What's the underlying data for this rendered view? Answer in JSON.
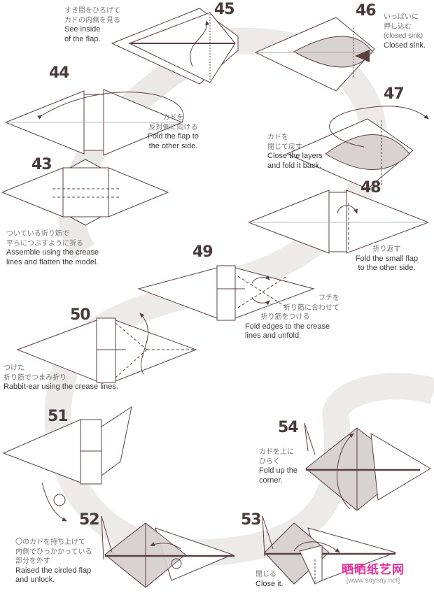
{
  "steps": {
    "s45": {
      "number": "45",
      "jp": [
        "すき間をひろげて",
        "カドの内側を見る"
      ],
      "en": [
        "See inside",
        "of the flap."
      ]
    },
    "s46": {
      "number": "46",
      "jp": [
        "いっぱいに",
        "押し込む",
        "(closed sink)"
      ],
      "en": [
        "Closed sink."
      ]
    },
    "s44": {
      "number": "44",
      "jp": [
        "カドを",
        "反対側に向ける"
      ],
      "en": [
        "Fold the flap to",
        "the other side."
      ]
    },
    "s47": {
      "number": "47",
      "jp": [
        "カドを",
        "閉じて戻す"
      ],
      "en": [
        "Close the layers",
        "and fold it back."
      ]
    },
    "s43": {
      "number": "43",
      "jp": [
        "ついている折り筋で",
        "平らにつぶすように折る"
      ],
      "en": [
        "Assemble using the crease",
        "lines and flatten the model."
      ]
    },
    "s48": {
      "number": "48",
      "jp": [
        "折り返す"
      ],
      "en": [
        "Fold the small flap",
        "to the other side."
      ]
    },
    "s49": {
      "number": "49",
      "jp": [
        "フチを",
        "折り筋に合わせて",
        "折り筋をつける"
      ],
      "en": [
        "Fold edges to the crease",
        "lines and unfold."
      ]
    },
    "s50": {
      "number": "50",
      "jp": [
        "つけた",
        "折り筋でつまみ折り"
      ],
      "en": [
        "Rabbit-ear using the crease lines."
      ]
    },
    "s51": {
      "number": "51"
    },
    "s54": {
      "number": "54",
      "jp": [
        "カドを上に",
        "ひらく"
      ],
      "en": [
        "Fold up the",
        "corner."
      ]
    },
    "s52": {
      "number": "52",
      "jp": [
        "〇のカドを持ち上げて",
        "内側でひっかかっている",
        "部分を外す"
      ],
      "en": [
        "Raised the circled flap",
        "and unlock."
      ]
    },
    "s53": {
      "number": "53",
      "jp": [
        "閉じる"
      ],
      "en": [
        "Close it."
      ]
    }
  },
  "watermark": {
    "brand": "晒晒纸艺网",
    "url": "[www.saysay.net]"
  },
  "colors": {
    "line": "#5a4040",
    "shade": "#d9d2d2",
    "track": "#ebe8e8",
    "brand": "#e8309a"
  }
}
